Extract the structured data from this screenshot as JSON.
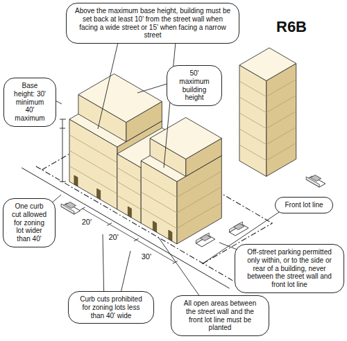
{
  "diagram": {
    "title": "R6B",
    "nodes": [
      {
        "text": [
          "Above the maximum base height, building must be set back at least 10' from the street wall when facing a wide street or 15' when facing a narrow street"
        ]
      },
      {
        "text": [
          "Base height: 30' minimum 40' maximum"
        ]
      },
      {
        "text": [
          "50' maximum building height"
        ]
      },
      {
        "text": [
          "One curb cut allowed for zoning lot wider than 40'"
        ]
      },
      {
        "text": [
          "Front lot line"
        ]
      },
      {
        "text": [
          "Off-street parking permitted only within, or to the side or rear of a building, never between the street wall and front lot line"
        ]
      },
      {
        "text": [
          "Curb cuts prohibited for zoning lots less than 40' wide"
        ]
      },
      {
        "text": [
          "All open areas between the street wall and the front lot line must be planted"
        ]
      }
    ],
    "labels": [
      "20'",
      "20'",
      "30'"
    ]
  }
}
